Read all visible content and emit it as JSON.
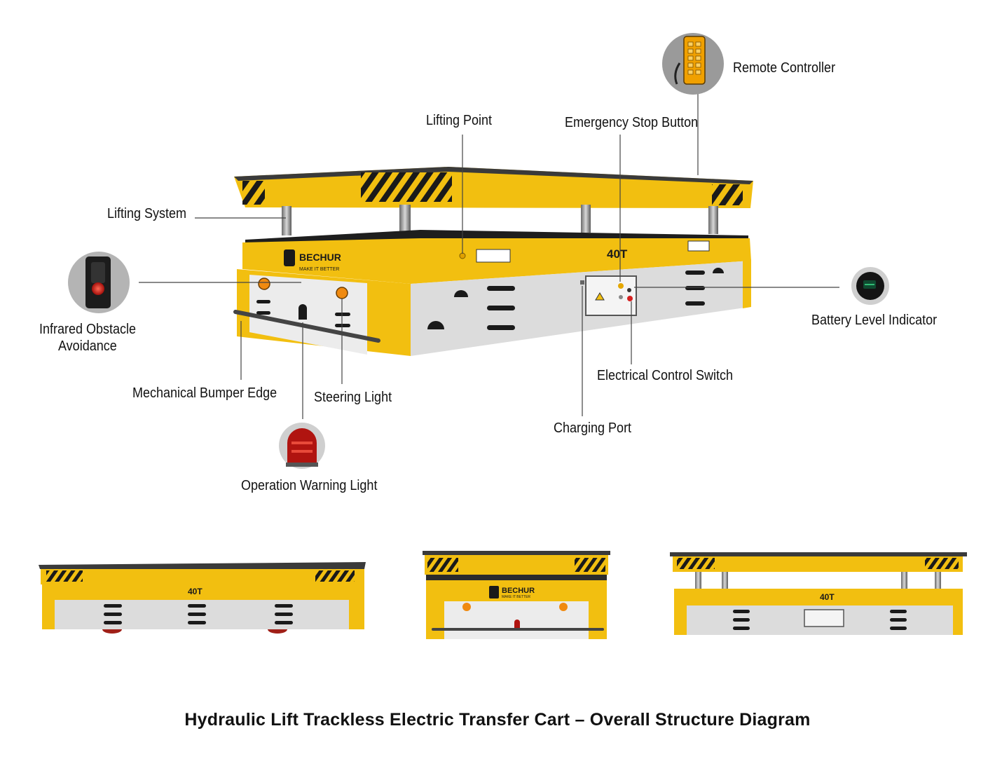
{
  "title": "Hydraulic Lift Trackless Electric Transfer Cart – Overall Structure Diagram",
  "brand": {
    "name": "BECHUR",
    "tagline": "MAKE IT BETTER"
  },
  "capacity_label": "40T",
  "labels": {
    "remote_controller": "Remote Controller",
    "lifting_point": "Lifting Point",
    "emergency_stop": "Emergency Stop Button",
    "lifting_system": "Lifting System",
    "infrared_line1": "Infrared Obstacle",
    "infrared_line2": "Avoidance",
    "battery_indicator": "Battery Level Indicator",
    "electrical_switch": "Electrical Control Switch",
    "bumper_edge": "Mechanical Bumper Edge",
    "steering_light": "Steering Light",
    "charging_port": "Charging Port",
    "warning_light": "Operation Warning Light"
  },
  "colors": {
    "yellow": "#f2bf10",
    "yellow_dark": "#d9a400",
    "panel": "#dcdcdc",
    "stripe": "#1a1a1a"
  },
  "icons": [
    "remote-controller-icon",
    "infrared-sensor-icon",
    "battery-indicator-icon",
    "warning-light-icon"
  ]
}
